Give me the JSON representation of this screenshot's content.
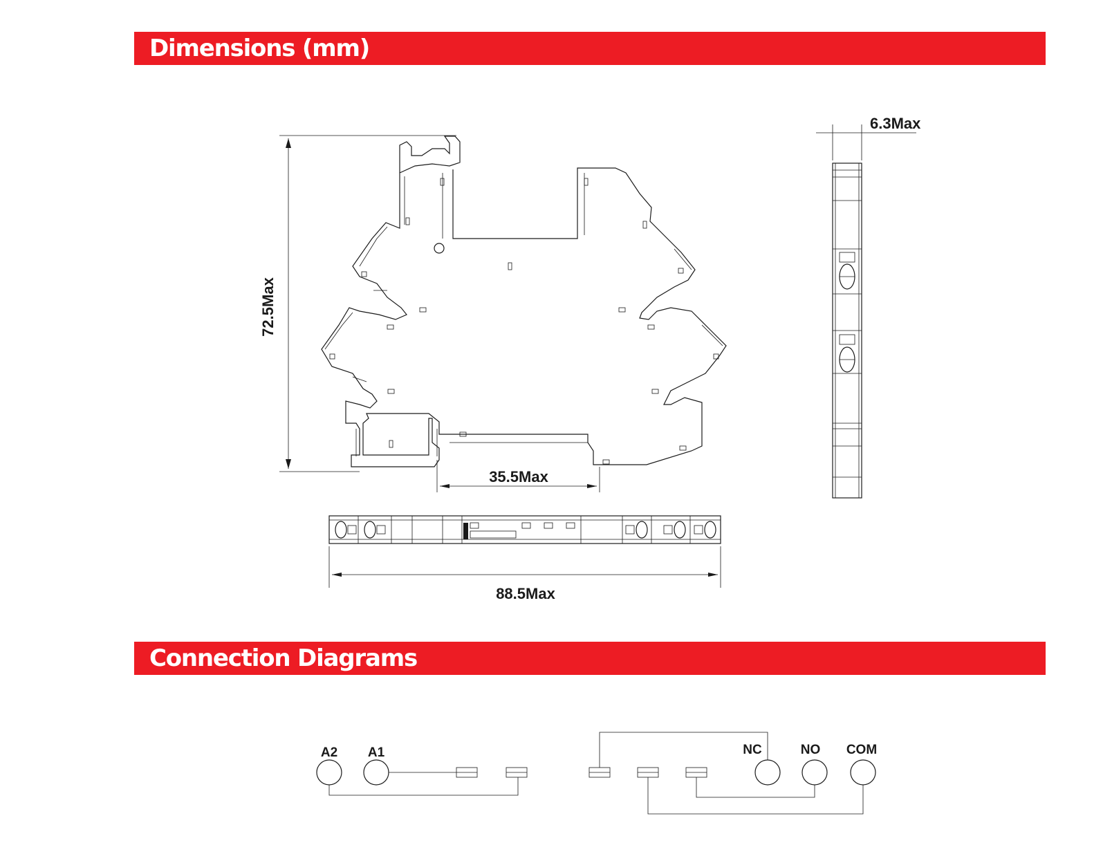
{
  "sections": {
    "dimensions_title": "Dimensions (mm)",
    "connections_title": "Connection Diagrams"
  },
  "dimensions": {
    "height": "72.5Max",
    "width_partial": "35.5Max",
    "width_total": "88.5Max",
    "thickness": "6.3Max"
  },
  "terminals": {
    "coil": [
      "A2",
      "A1"
    ],
    "contact": [
      "NC",
      "NO",
      "COM"
    ]
  },
  "colors": {
    "banner": "#ed1c24",
    "banner_text": "#ffffff",
    "line": "#1a1a1a"
  }
}
